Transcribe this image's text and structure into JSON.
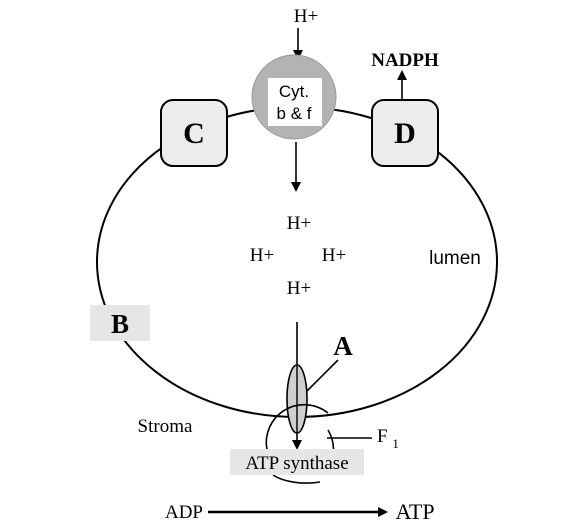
{
  "labels": {
    "h_plus_top": "H+",
    "nadph": "NADPH",
    "cyt_line1": "Cyt.",
    "cyt_line2": "b & f",
    "box_c": "C",
    "box_d": "D",
    "h_plus_1": "H+",
    "h_plus_2": "H+",
    "h_plus_3": "H+",
    "h_plus_4": "H+",
    "lumen": "lumen",
    "box_b": "B",
    "label_a": "A",
    "stroma": "Stroma",
    "f1_main": "F",
    "f1_sub": "1",
    "atp_synthase": "ATP synthase",
    "adp": "ADP",
    "atp": "ATP"
  },
  "colors": {
    "box_fill": "#ececec",
    "cyt_fill": "#b3b3b3",
    "stroke": "#000000",
    "label_bg": "#e6e6e6"
  }
}
